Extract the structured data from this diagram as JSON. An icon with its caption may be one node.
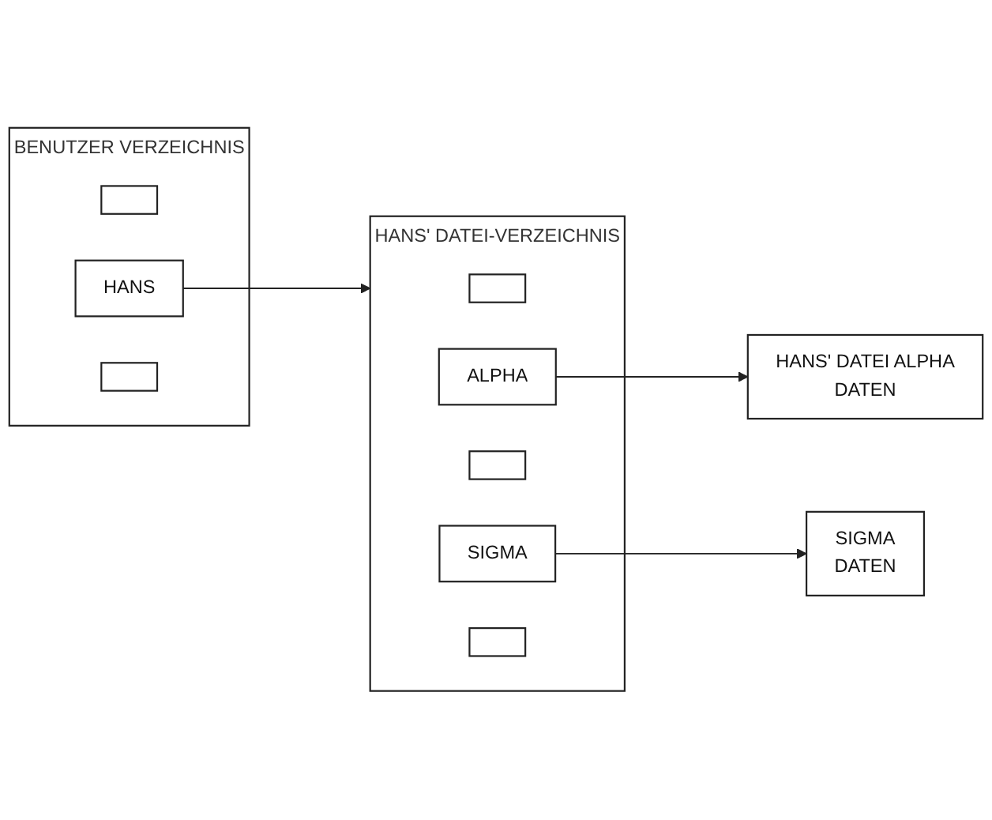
{
  "diagram": {
    "nodes": [
      {
        "text": [
          "BENUTZER VERZEICHNIS"
        ]
      },
      {
        "text": [],
        "shape": "box",
        "in": 0
      },
      {
        "text": [
          "HANS"
        ],
        "in": 0
      },
      {
        "text": [],
        "shape": "box",
        "in": 0
      },
      {
        "text": [
          "HANS' DATEI-VERZEICHNIS"
        ]
      },
      {
        "text": [],
        "shape": "box",
        "in": 4
      },
      {
        "text": [
          "ALPHA"
        ],
        "in": 4
      },
      {
        "text": [],
        "shape": "box",
        "in": 4
      },
      {
        "text": [
          "SIGMA"
        ],
        "in": 4
      },
      {
        "text": [],
        "shape": "box",
        "in": 4
      },
      {
        "text": [
          "HANS' DATEI ALPHA",
          "DATEN"
        ]
      },
      {
        "text": [
          "SIGMA",
          "DATEN"
        ]
      }
    ],
    "edges": [
      {
        "from": 2,
        "to": 4,
        "arrow": "to"
      },
      {
        "from": 6,
        "to": 10,
        "arrow": "to"
      },
      {
        "from": 8,
        "to": 11,
        "arrow": "to"
      }
    ]
  }
}
